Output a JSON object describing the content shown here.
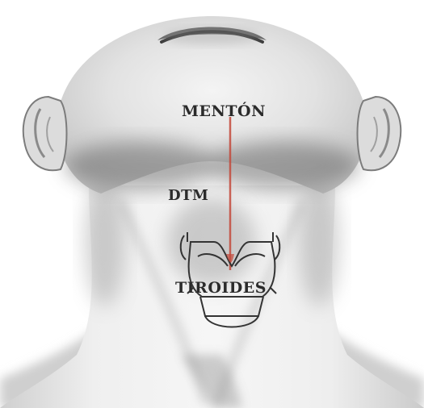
{
  "labels": {
    "menton": "MENTÓN",
    "dtm": "DTM",
    "tiroides": "TIROIDES"
  },
  "colors": {
    "background": "#ffffff",
    "skin_light": "#efefef",
    "skin_shadow": "#8c8c8c",
    "midline": "#c44a3c",
    "outline": "#2b2b2b"
  }
}
